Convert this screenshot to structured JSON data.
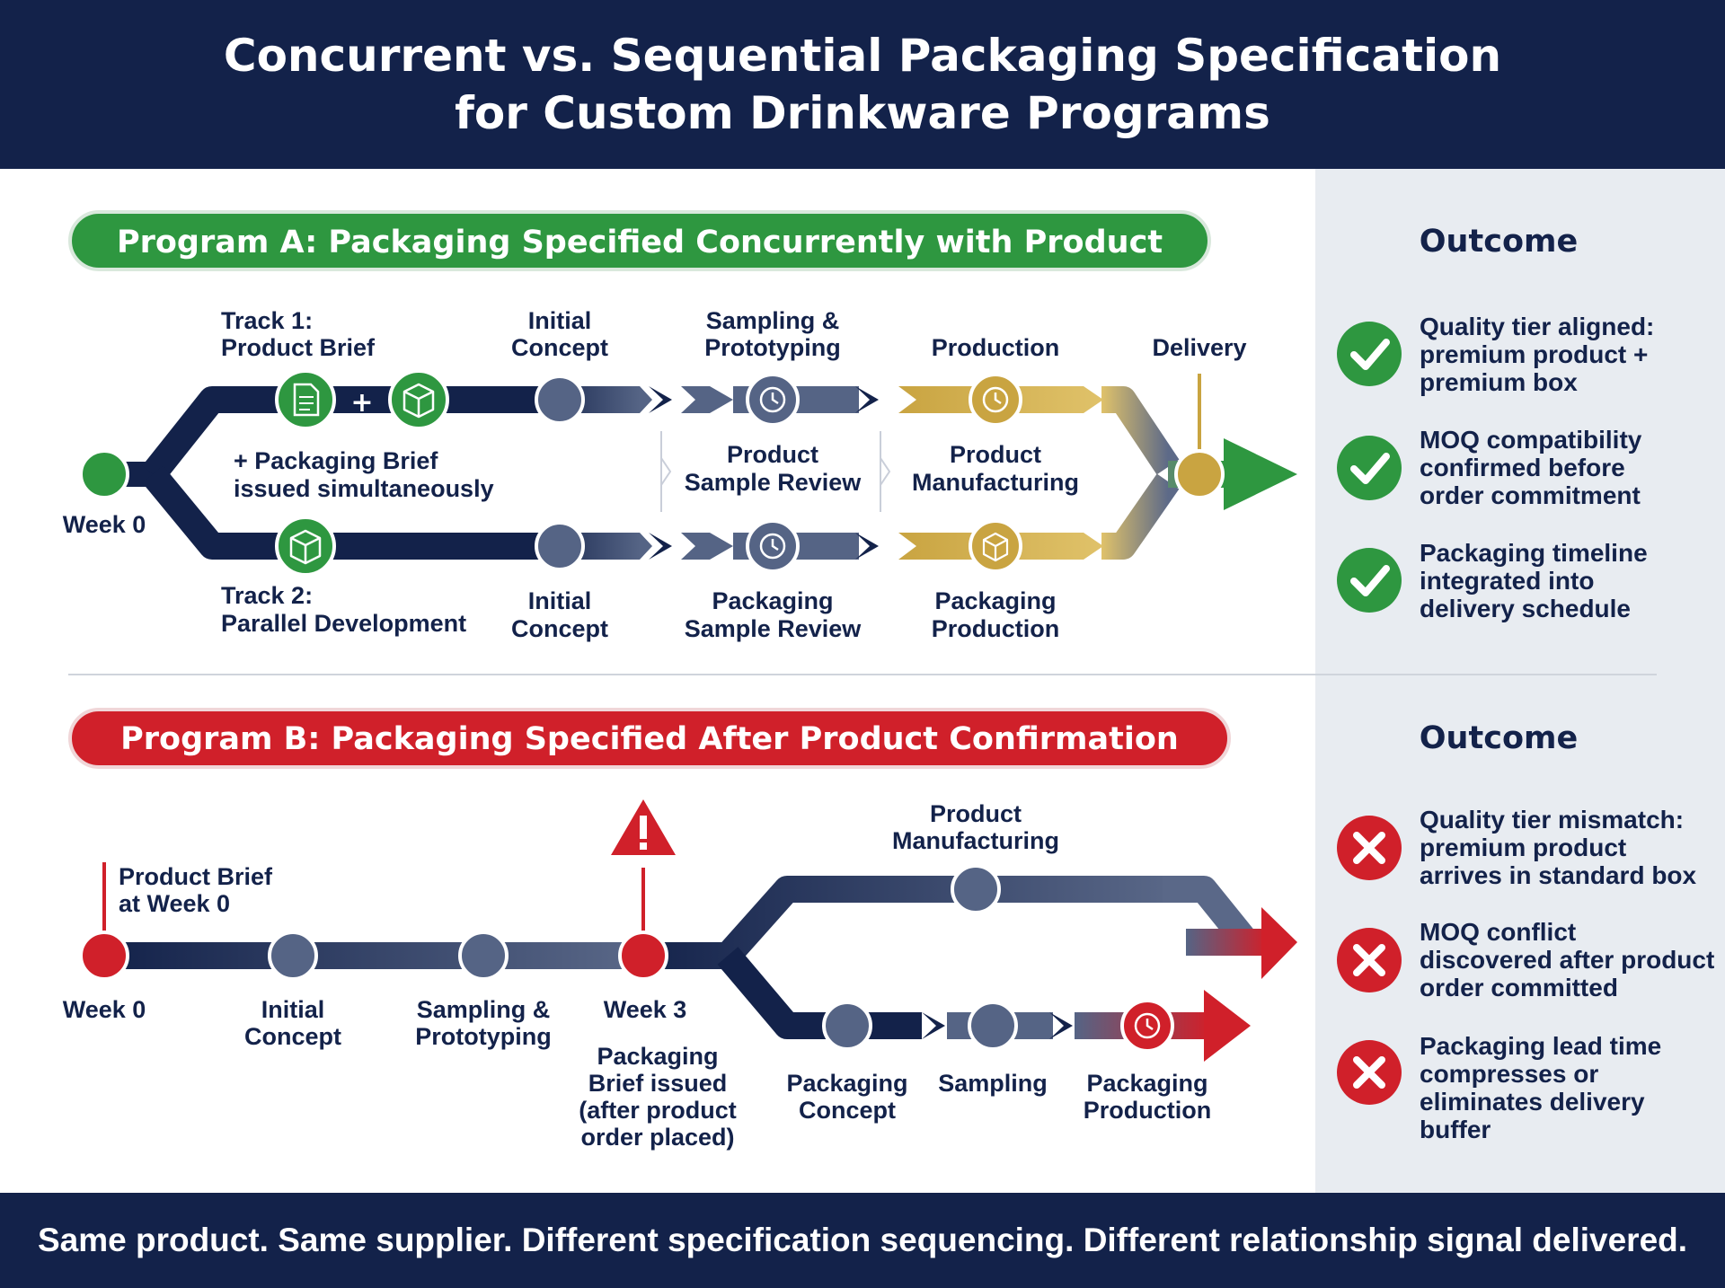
{
  "header": {
    "title_line1": "Concurrent vs. Sequential Packaging Specification",
    "title_line2": "for Custom Drinkware Programs"
  },
  "program_a": {
    "banner": "Program A: Packaging Specified Concurrently with Product",
    "start_label": "Week 0",
    "track1_label": [
      "Track 1:",
      "Product Brief"
    ],
    "track2_label": [
      "Track 2:",
      "Parallel Development"
    ],
    "plus_sign": "+",
    "simultaneous_note": [
      "+ Packaging Brief",
      "issued simultaneously"
    ],
    "top_stages": [
      [
        "Initial",
        "Concept"
      ],
      [
        "Sampling &",
        "Prototyping"
      ],
      [
        "Production"
      ],
      [
        "Delivery"
      ]
    ],
    "middle_labels": [
      [
        "Product",
        "Sample Review"
      ],
      [
        "Product",
        "Manufacturing"
      ]
    ],
    "bottom_stages": [
      [
        "Initial",
        "Concept"
      ],
      [
        "Packaging",
        "Sample Review"
      ],
      [
        "Packaging",
        "Production"
      ]
    ],
    "outcome_title": "Outcome",
    "outcomes": [
      [
        "Quality tier aligned:",
        "premium product +",
        "premium box"
      ],
      [
        "MOQ compatibility",
        "confirmed before",
        "order commitment"
      ],
      [
        "Packaging timeline",
        "integrated into",
        "delivery schedule"
      ]
    ]
  },
  "program_b": {
    "banner": "Program B: Packaging Specified After Product Confirmation",
    "brief_label": [
      "Product Brief",
      "at Week 0"
    ],
    "start_label": "Week 0",
    "stages": [
      [
        "Initial",
        "Concept"
      ],
      [
        "Sampling &",
        "Prototyping"
      ]
    ],
    "week3_label": "Week 3",
    "late_brief_note": [
      "Packaging",
      "Brief issued",
      "(after product",
      "order placed)"
    ],
    "manufacturing_label": [
      "Product",
      "Manufacturing"
    ],
    "packaging_stages": [
      [
        "Packaging",
        "Concept"
      ],
      [
        "Sampling"
      ],
      [
        "Packaging",
        "Production"
      ]
    ],
    "outcome_title": "Outcome",
    "outcomes": [
      [
        "Quality tier mismatch:",
        "premium product",
        "arrives in standard box"
      ],
      [
        "MOQ conflict",
        "discovered after product",
        "order committed"
      ],
      [
        "Packaging lead time",
        "compresses or",
        "eliminates delivery",
        "buffer"
      ]
    ]
  },
  "footer": {
    "tagline": "Same product. Same supplier. Different specification sequencing. Different relationship signal delivered."
  },
  "icons": {
    "document": "document-icon",
    "box": "box-icon",
    "clock": "clock-icon",
    "check": "check-icon",
    "cross": "x-icon",
    "warning": "warning-icon"
  },
  "colors": {
    "navy": "#13224a",
    "slate": "#556485",
    "green": "#2e9740",
    "red": "#d0202a",
    "gold": "#c9a441",
    "panel": "#e8ecf1"
  }
}
